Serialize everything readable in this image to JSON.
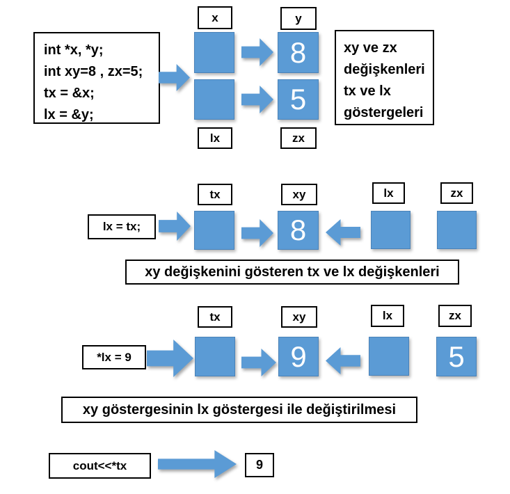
{
  "accent_color": "#5B9BD5",
  "s1": {
    "code": [
      "int *x, *y;",
      "int xy=8 , zx=5;",
      "tx = &x;",
      "lx = &y;"
    ],
    "label_x": "x",
    "label_y": "y",
    "label_lx": "lx",
    "label_zx": "zx",
    "val_y": "8",
    "val_zx": "5",
    "note": [
      "xy ve zx",
      "değişkenleri",
      "tx ve lx",
      "göstergeleri"
    ]
  },
  "s2": {
    "op": "lx = tx;",
    "labels": [
      "tx",
      "xy",
      "lx",
      "zx"
    ],
    "val_xy": "8",
    "caption": "xy değişkenini gösteren tx ve lx değişkenleri"
  },
  "s3": {
    "op": "*lx = 9",
    "labels": [
      "tx",
      "xy",
      "lx",
      "zx"
    ],
    "val_xy": "9",
    "val_zx": "5",
    "caption": "xy göstergesinin lx göstergesi ile değiştirilmesi"
  },
  "s4": {
    "op": "cout<<*tx",
    "result": "9"
  }
}
